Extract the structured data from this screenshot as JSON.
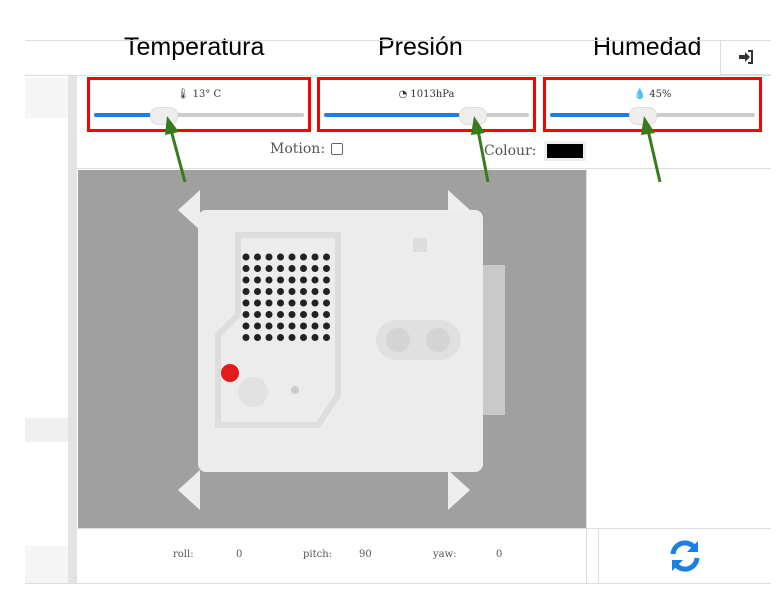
{
  "annotations": {
    "temperature": "Temperatura",
    "pressure": "Presión",
    "humidity": "Humedad"
  },
  "sliders": [
    {
      "name": "temperature",
      "icon": "thermometer-icon",
      "label": "13° C",
      "fraction": 0.33
    },
    {
      "name": "pressure",
      "icon": "gauge-icon",
      "label": "1013hPa",
      "fraction": 0.72
    },
    {
      "name": "humidity",
      "icon": "humidity-drop-icon",
      "label": "45%",
      "fraction": 0.45
    }
  ],
  "controls": {
    "motion_label": "Motion:",
    "motion_checked": false,
    "colour_label": "Colour:",
    "colour_value": "#000000"
  },
  "orientation": {
    "roll_label": "roll:",
    "roll": "0",
    "pitch_label": "pitch:",
    "pitch": "90",
    "yaw_label": "yaw:",
    "yaw": "0"
  },
  "colors": {
    "accent": "#1a7fe6",
    "highlight": "#ff0000",
    "arrow": "#3a7a1e",
    "viewport": "#a0a0a0"
  }
}
